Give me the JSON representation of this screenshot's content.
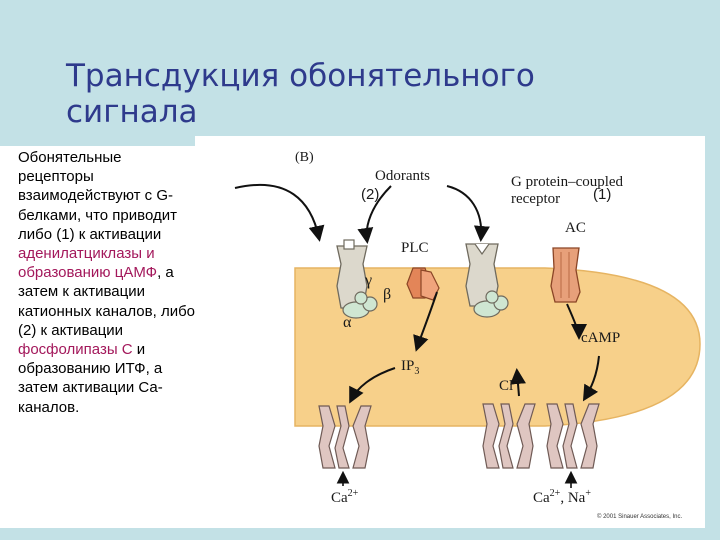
{
  "slide": {
    "title_line1": "Трансдукция обонятельного",
    "title_line2": "сигнала"
  },
  "side_text": {
    "part1": "Обонятельные рецепторы взаимодействуют с G-белками, что приводит либо (1) к активации ",
    "highlight1": "аденилатциклазы и образованию цАМФ",
    "part2": ", а затем к активации катионных каналов, либо (2) к активации ",
    "highlight2": "фосфолипазы С",
    "part3": " и образованию ИТФ, а затем активации Са-каналов.",
    "highlight_color": "#a3185b"
  },
  "figure": {
    "panel_label": "(B)",
    "odorants": "Odorants",
    "gpcr_line1": "G protein–coupled",
    "gpcr_line2": "receptor",
    "marker_2": "(2)",
    "marker_1": "(1)",
    "ac": "AC",
    "plc": "PLC",
    "gamma": "γ",
    "beta": "β",
    "alpha": "α",
    "camp": "cAMP",
    "ip3_base": "IP",
    "ip3_sub": "3",
    "cl_base": "Cl",
    "cl_sup": "−",
    "ca_left_base": "Ca",
    "ca_left_sup": "2+",
    "ca_right_base": "Ca",
    "ca_right_sup": "2+",
    "ca_right_mid": ", Na",
    "ca_right_sup2": "+",
    "credit": "© 2001 Sinauer Associates, Inc.",
    "colors": {
      "cytoplasm": "#f7d08a",
      "receptor": "#dcd8cc",
      "ac_enzyme": "#e7a07a",
      "plc_enzyme": "#e38558",
      "g_protein": "#cfe6d2",
      "channel": "#dfc6c1"
    }
  }
}
